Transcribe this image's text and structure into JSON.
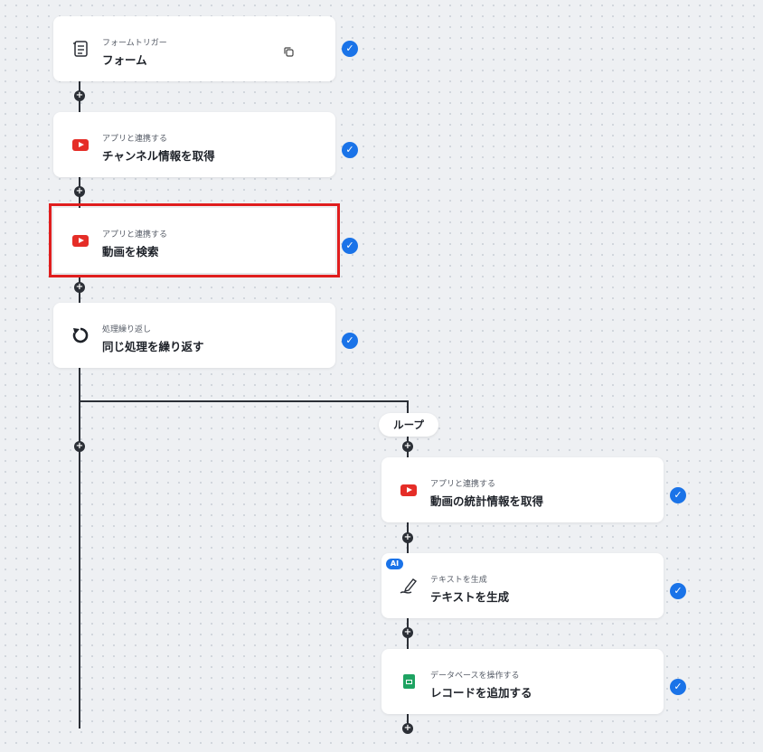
{
  "nodes": [
    {
      "subtitle": "フォームトリガー",
      "title": "フォーム",
      "icon": "form-icon"
    },
    {
      "subtitle": "アプリと連携する",
      "title": "チャンネル情報を取得",
      "icon": "youtube-icon"
    },
    {
      "subtitle": "アプリと連携する",
      "title": "動画を検索",
      "icon": "youtube-icon"
    },
    {
      "subtitle": "処理繰り返し",
      "title": "同じ処理を繰り返す",
      "icon": "repeat-icon"
    },
    {
      "subtitle": "アプリと連携する",
      "title": "動画の統計情報を取得",
      "icon": "youtube-icon"
    },
    {
      "subtitle": "テキストを生成",
      "title": "テキストを生成",
      "icon": "ai-pen-icon",
      "badge": "AI"
    },
    {
      "subtitle": "データベースを操作する",
      "title": "レコードを追加する",
      "icon": "spreadsheet-icon"
    }
  ],
  "loop_label": "ループ",
  "colors": {
    "accent": "#1a73e8",
    "selection": "#e01e1e",
    "youtube": "#e52d27",
    "sheets": "#1ea362"
  }
}
